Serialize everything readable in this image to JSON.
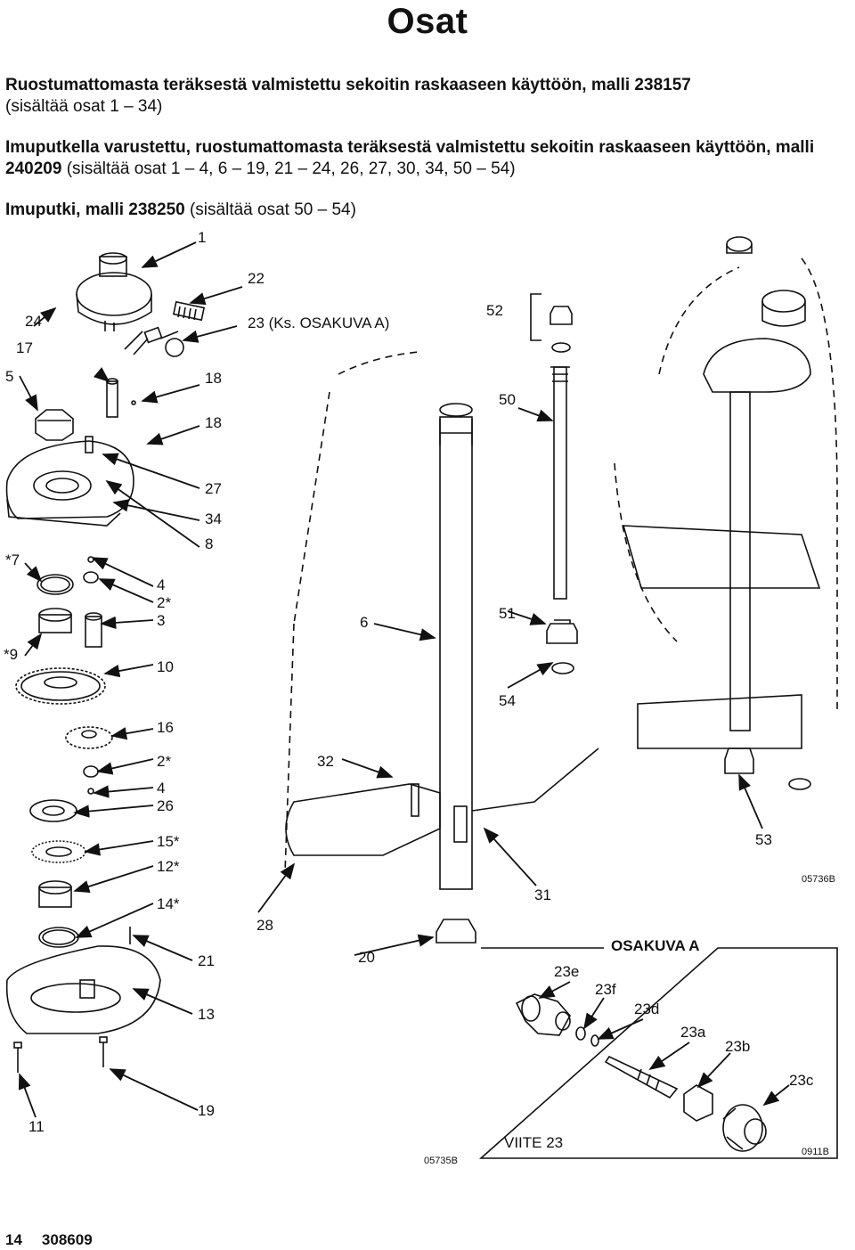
{
  "page_title": "Osat",
  "models": [
    {
      "bold": "Ruostumattomasta teräksestä valmistettu sekoitin raskaaseen käyttöön, malli 238157",
      "rest": "(sisältää osat 1 – 34)"
    },
    {
      "bold": "Imuputkella varustettu, ruostumattomasta teräksestä valmistettu sekoitin raskaaseen käyttöön, malli 240209",
      "rest": "(sisältää osat 1 – 4, 6 – 19, 21 – 24, 26, 27, 30, 34, 50 – 54)"
    },
    {
      "bold": "Imuputki, malli 238250",
      "rest": "(sisältää osat 50 – 54)"
    }
  ],
  "callouts": {
    "c1": "1",
    "c22": "22",
    "c23": "23 (Ks. OSAKUVA A)",
    "c24": "24",
    "c17": "17",
    "c5": "5",
    "c18a": "18",
    "c18b": "18",
    "c27": "27",
    "c34": "34",
    "c8": "8",
    "c7": "*7",
    "c4a": "4",
    "c2a": "2*",
    "c3": "3",
    "c9": "*9",
    "c10": "10",
    "c16": "16",
    "c2b": "2*",
    "c4b": "4",
    "c26": "26",
    "c15": "15*",
    "c12": "12*",
    "c14": "14*",
    "c21": "21",
    "c13": "13",
    "c11": "11",
    "c19": "19",
    "c28": "28",
    "c20": "20",
    "c32": "32",
    "c6": "6",
    "c52": "52",
    "c50": "50",
    "c51": "51",
    "c54": "54",
    "c53": "53",
    "c31": "31",
    "c23e": "23e",
    "c23f": "23f",
    "c23d": "23d",
    "c23a": "23a",
    "c23b": "23b",
    "c23c": "23c"
  },
  "drawing_codes": {
    "main": "05736B",
    "left": "05735B",
    "detail": "0911B"
  },
  "detail_box": {
    "title": "OSAKUVA A",
    "ref": "VIITE 23"
  },
  "footer": {
    "page": "14",
    "doc": "308609"
  }
}
